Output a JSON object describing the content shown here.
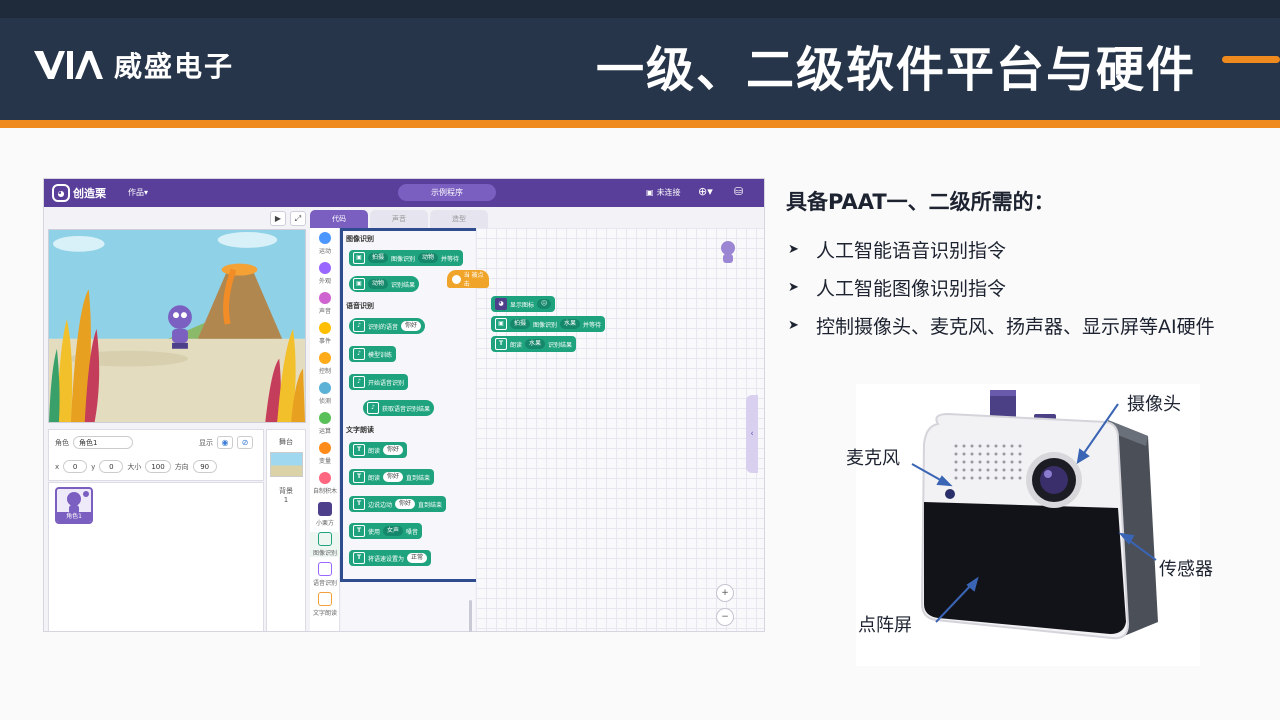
{
  "brand": {
    "name": "威盛电子"
  },
  "slide": {
    "title": "一级、二级软件平台与硬件"
  },
  "app": {
    "logo": "创造栗",
    "menu_works": "作品▾",
    "sample_program": "示例程序",
    "connection": "未连接",
    "tabs": [
      "代码",
      "声音",
      "造型"
    ],
    "categories": [
      "运动",
      "外观",
      "声音",
      "事件",
      "控制",
      "侦测",
      "运算",
      "变量",
      "自制积木",
      "小栗方",
      "图像识别",
      "语音识别",
      "文字朗读"
    ],
    "flyout": {
      "image_header": "图像识别",
      "image_blocks": [
        {
          "parts": [
            "拍摄",
            "图像识别",
            "动物",
            "并等待"
          ]
        },
        {
          "parts": [
            "动物",
            "识别结果"
          ]
        }
      ],
      "voice_header": "语音识别",
      "voice_blocks": [
        {
          "parts": [
            "识别的语音",
            "你好"
          ]
        },
        {
          "parts": [
            "模型训练"
          ]
        },
        {
          "parts": [
            "开始语音识别"
          ]
        },
        {
          "parts": [
            "获取语音识别结果"
          ]
        }
      ],
      "tts_header": "文字朗读",
      "tts_blocks": [
        {
          "parts": [
            "朗读",
            "你好"
          ]
        },
        {
          "parts": [
            "朗读",
            "你好",
            "直到结束"
          ]
        },
        {
          "parts": [
            "边说边动",
            "你好",
            "直到结束"
          ]
        },
        {
          "parts": [
            "使用",
            "女声",
            "嗓音"
          ]
        },
        {
          "parts": [
            "将语速设置为",
            "正常"
          ]
        }
      ]
    },
    "script": {
      "hat": "当   被点击",
      "blocks": [
        {
          "parts": [
            "显示图标",
            "😐"
          ]
        },
        {
          "parts": [
            "拍摄",
            "图像识别",
            "水果",
            "并等待"
          ]
        },
        {
          "parts": [
            "朗读",
            "水果",
            "识别结果"
          ]
        }
      ]
    },
    "sprite": {
      "label_name": "角色",
      "name": "角色1",
      "label_show": "显示",
      "x_label": "x",
      "x": "0",
      "y_label": "y",
      "y": "0",
      "size_label": "大小",
      "size": "100",
      "dir_label": "方向",
      "dir": "90",
      "card_label": "角色1"
    },
    "backdrop": {
      "header": "舞台",
      "label": "背景",
      "count": "1"
    }
  },
  "features": {
    "title": "具备PAAT一、二级所需的：",
    "items": [
      "人工智能语音识别指令",
      "人工智能图像识别指令",
      "控制摄像头、麦克风、扬声器、显示屏等AI硬件"
    ]
  },
  "device_labels": {
    "camera": "摄像头",
    "mic": "麦克风",
    "sensor": "传感器",
    "matrix": "点阵屏"
  },
  "colors": {
    "header_dark": "#263549",
    "accent_orange": "#ef8a1e",
    "app_purple": "#5a3f9a",
    "block_green": "#1fa37e",
    "highlight_blue": "#2f4c8e"
  }
}
